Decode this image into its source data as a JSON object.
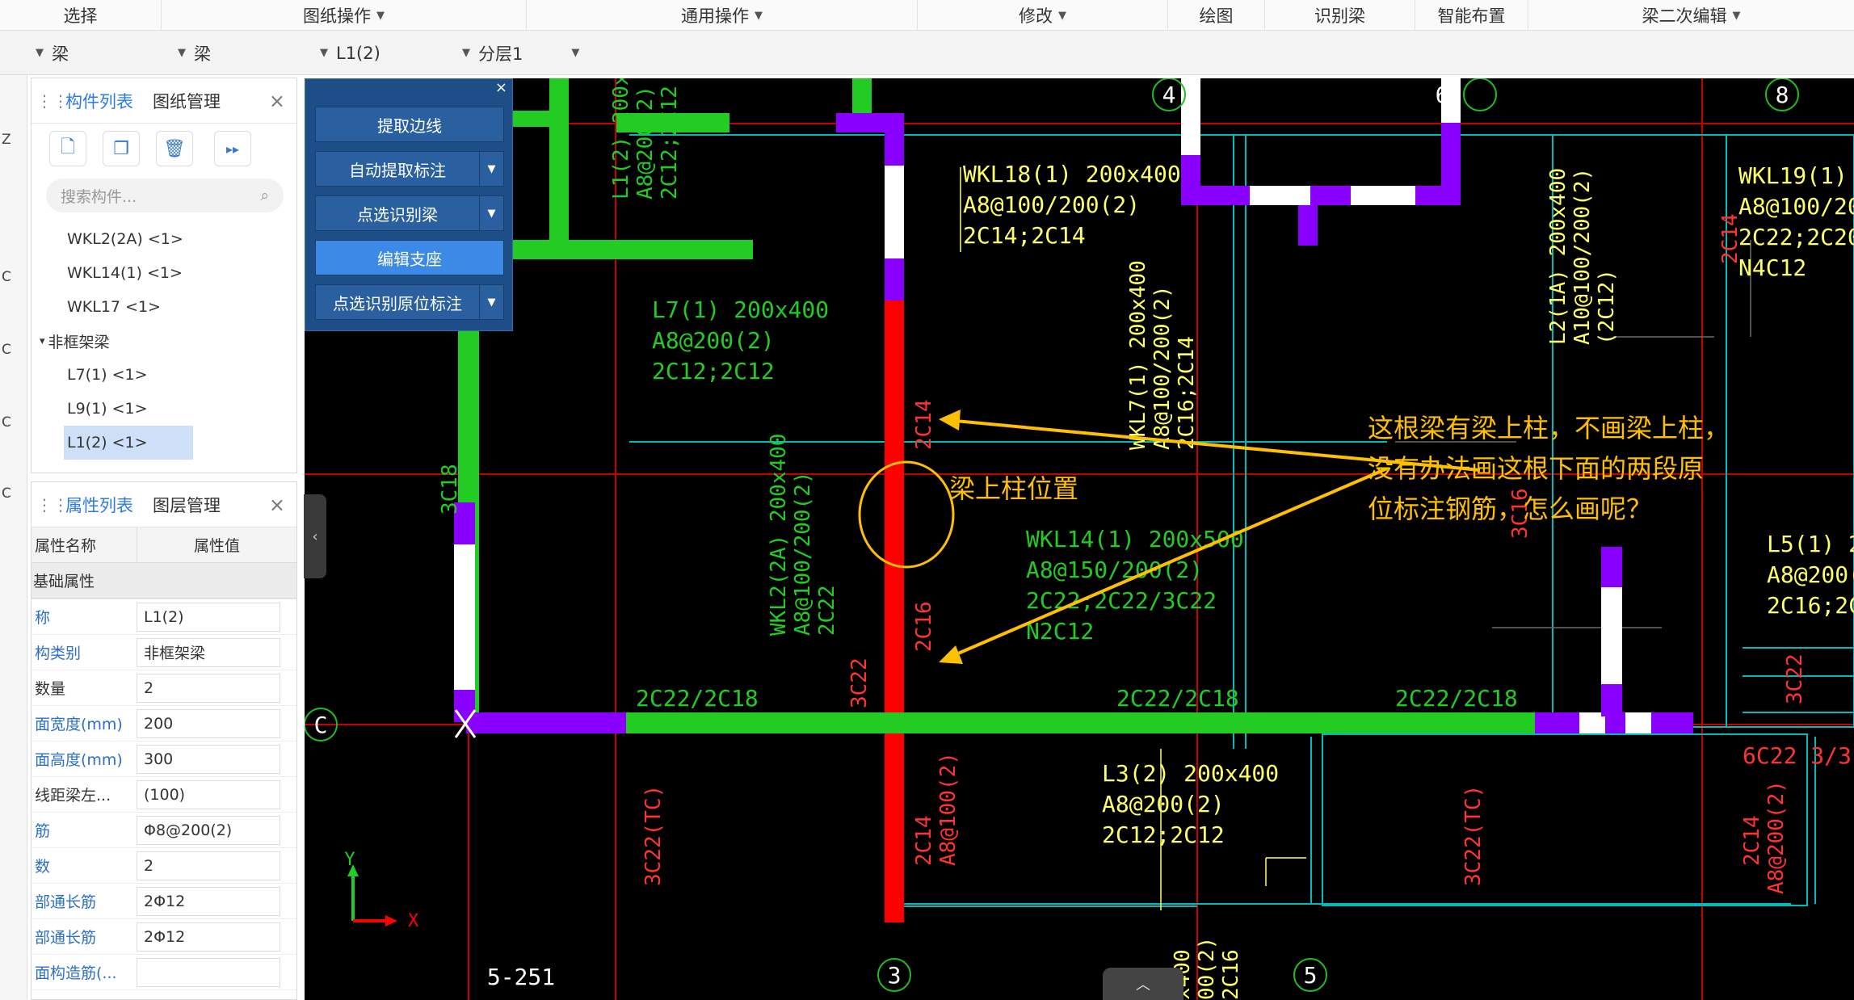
{
  "ribbon": {
    "items": [
      {
        "label": "选择",
        "caret": false
      },
      {
        "label": "图纸操作",
        "caret": true
      },
      {
        "label": "通用操作",
        "caret": true
      },
      {
        "label": "修改",
        "caret": true
      },
      {
        "label": "绘图",
        "caret": false
      },
      {
        "label": "识别梁",
        "caret": false
      },
      {
        "label": "智能布置",
        "caret": false
      },
      {
        "label": "梁二次编辑",
        "caret": true
      }
    ]
  },
  "filters": {
    "f1": "梁",
    "f2": "梁",
    "f3": "L1(2)",
    "f4": "分层1"
  },
  "left_strip": [
    "Z",
    "C",
    "C",
    "C",
    "C"
  ],
  "component_panel": {
    "tab_list": "构件列表",
    "tab_drawing": "图纸管理",
    "search_placeholder": "搜索构件...",
    "items": [
      {
        "label": "WKL2(2A) <1>",
        "type": "item"
      },
      {
        "label": "WKL14(1) <1>",
        "type": "item"
      },
      {
        "label": "WKL17 <1>",
        "type": "item"
      },
      {
        "label": "非框架梁",
        "type": "group"
      },
      {
        "label": "L7(1) <1>",
        "type": "item"
      },
      {
        "label": "L9(1) <1>",
        "type": "item"
      },
      {
        "label": "L1(2) <1>",
        "type": "selected"
      }
    ]
  },
  "property_panel": {
    "tab_props": "属性列表",
    "tab_layers": "图层管理",
    "col_name": "属性名称",
    "col_value": "属性值",
    "section": "基础属性",
    "rows": [
      {
        "k": "称",
        "v": "L1(2)"
      },
      {
        "k": "构类别",
        "v": "非框架梁"
      },
      {
        "k": "数量",
        "v": "2"
      },
      {
        "k": "面宽度(mm)",
        "v": "200"
      },
      {
        "k": "面高度(mm)",
        "v": "300"
      },
      {
        "k": "线距梁左...",
        "v": "(100)"
      },
      {
        "k": "筋",
        "v": "Φ8@200(2)"
      },
      {
        "k": "数",
        "v": "2"
      },
      {
        "k": "部通长筋",
        "v": "2Φ12"
      },
      {
        "k": "部通长筋",
        "v": "2Φ12"
      },
      {
        "k": "面构造筋(...",
        "v": ""
      }
    ]
  },
  "float_menu": {
    "buttons": [
      {
        "label": "提取边线",
        "dropdown": false,
        "highlight": false
      },
      {
        "label": "自动提取标注",
        "dropdown": true,
        "highlight": false
      },
      {
        "label": "点选识别梁",
        "dropdown": true,
        "highlight": false
      },
      {
        "label": "编辑支座",
        "dropdown": false,
        "highlight": true
      },
      {
        "label": "点选识别原位标注",
        "dropdown": true,
        "highlight": false
      }
    ]
  },
  "cad": {
    "axes": [
      "4",
      "6",
      "8",
      "C",
      "3",
      "5",
      "5-251"
    ],
    "texts": {
      "wkl18": [
        "WKL18(1) 200x400",
        "A8@100/200(2)",
        "2C14;2C14"
      ],
      "wkl19": [
        "WKL19(1) 20",
        "A8@100/200(",
        "2C22;2C20/2",
        "N4C12"
      ],
      "l7": [
        "L7(1) 200x400",
        "A8@200(2)",
        "2C12;2C12"
      ],
      "wkl14": [
        "WKL14(1) 200x500",
        "A8@150/200(2)",
        "2C22;2C22/3C22",
        "N2C12"
      ],
      "l3": [
        "L3(2) 200x400",
        "A8@200(2)",
        "2C12;2C12"
      ],
      "l5": [
        "L5(1) 20",
        "A8@200(2",
        "2C16;2C1"
      ],
      "bottom_rebar": [
        "2C22/2C18",
        "2C22/2C18",
        "2C22/2C18"
      ],
      "six": "6C22 3/3",
      "v_l1": "L1(2) 200x3",
      "v_l1b": "A8@200(2)",
      "v_l1c": "2C12;2C12",
      "v_wkl2": "WKL2(2A) 200x400",
      "v_wkl2b": "A8@100/200(2)",
      "v_wkl2c": "2C22",
      "v_wkl7": "WKL7(1) 200x400",
      "v_wkl7b": "A8@100/200(2)",
      "v_wkl7c": "2C16;2C14",
      "v_l2": "L2(1A) 200x400",
      "v_l2b": "A10@100/200(2)",
      "v_l2c": "(2C12)",
      "v_2c14a": "2C14",
      "v_2c16": "2C16",
      "v_3c22a": "3C22",
      "v_3c18": "3C18",
      "v_3c16": "3C16",
      "v_2c14top": "2C14",
      "v_3c22r": "3C22",
      "v_2c14b": "2C14",
      "v_a8b": "A8@100(2)",
      "v_3c22tc": "3C22(TC)",
      "v_3c22tc2": "3C22(TC)",
      "v_2c14r": "2C14",
      "v_a8r": "A8@200(2)",
      "v_bot1": "x400",
      "v_bot2": "00(2)",
      "v_bot3": "2C16"
    }
  },
  "annotation": {
    "label_column": "梁上柱位置",
    "question": [
      "这根梁有梁上柱，不画梁上柱，",
      "没有办法画这根下面的两段原",
      "位标注钢筋，怎么画呢？"
    ],
    "color": "#ffc000"
  },
  "colors": {
    "beam_green": "#22cc22",
    "beam_red": "#ff0000",
    "beam_purple": "#8a00ff",
    "cad_text_green": "#7fff7f",
    "cad_text_yellow": "#ffff66",
    "cad_text_red": "#ff3333",
    "cad_cyan": "#00bbbb"
  }
}
